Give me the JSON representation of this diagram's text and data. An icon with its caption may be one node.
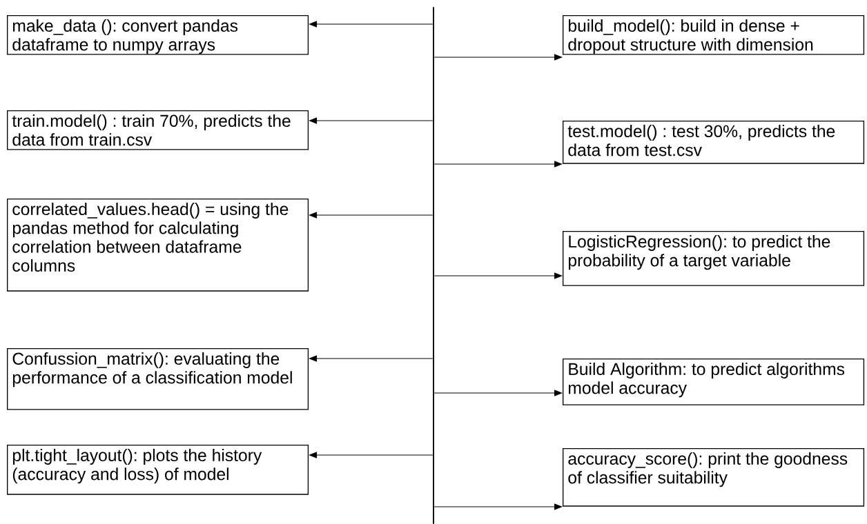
{
  "diagram": {
    "nodes": [
      {
        "text": [],
        "shape": "bar"
      },
      {
        "text": [
          "make_data (): convert pandas dataframe to numpy arrays"
        ]
      },
      {
        "text": [
          "build_model(): build in dense + dropout structure with dimension"
        ]
      },
      {
        "text": [
          "train.model() : train 70%, predicts the data from train.csv"
        ]
      },
      {
        "text": [
          "test.model() : test 30%, predicts the data from test.csv"
        ]
      },
      {
        "text": [
          "correlated_values.head() = using the pandas method for calculating correlation between dataframe columns"
        ]
      },
      {
        "text": [
          "LogisticRegression(): to predict the probability of a target variable"
        ]
      },
      {
        "text": [
          "Confussion_matrix(): evaluating the performance of a classification model"
        ]
      },
      {
        "text": [
          "Build Algorithm: to predict algorithms model accuracy"
        ]
      },
      {
        "text": [
          "plt.tight_layout():  plots the history (accuracy and loss) of model"
        ]
      },
      {
        "text": [
          "accuracy_score(): print the goodness of classifier suitability"
        ]
      }
    ],
    "edges": [
      {
        "from": 0,
        "to": 1,
        "arrow": "to"
      },
      {
        "from": 0,
        "to": 2,
        "arrow": "to"
      },
      {
        "from": 0,
        "to": 3,
        "arrow": "to"
      },
      {
        "from": 0,
        "to": 4,
        "arrow": "to"
      },
      {
        "from": 0,
        "to": 5,
        "arrow": "to"
      },
      {
        "from": 0,
        "to": 6,
        "arrow": "to"
      },
      {
        "from": 0,
        "to": 7,
        "arrow": "to"
      },
      {
        "from": 0,
        "to": 8,
        "arrow": "to"
      },
      {
        "from": 0,
        "to": 9,
        "arrow": "to"
      },
      {
        "from": 0,
        "to": 10,
        "arrow": "to"
      }
    ]
  }
}
